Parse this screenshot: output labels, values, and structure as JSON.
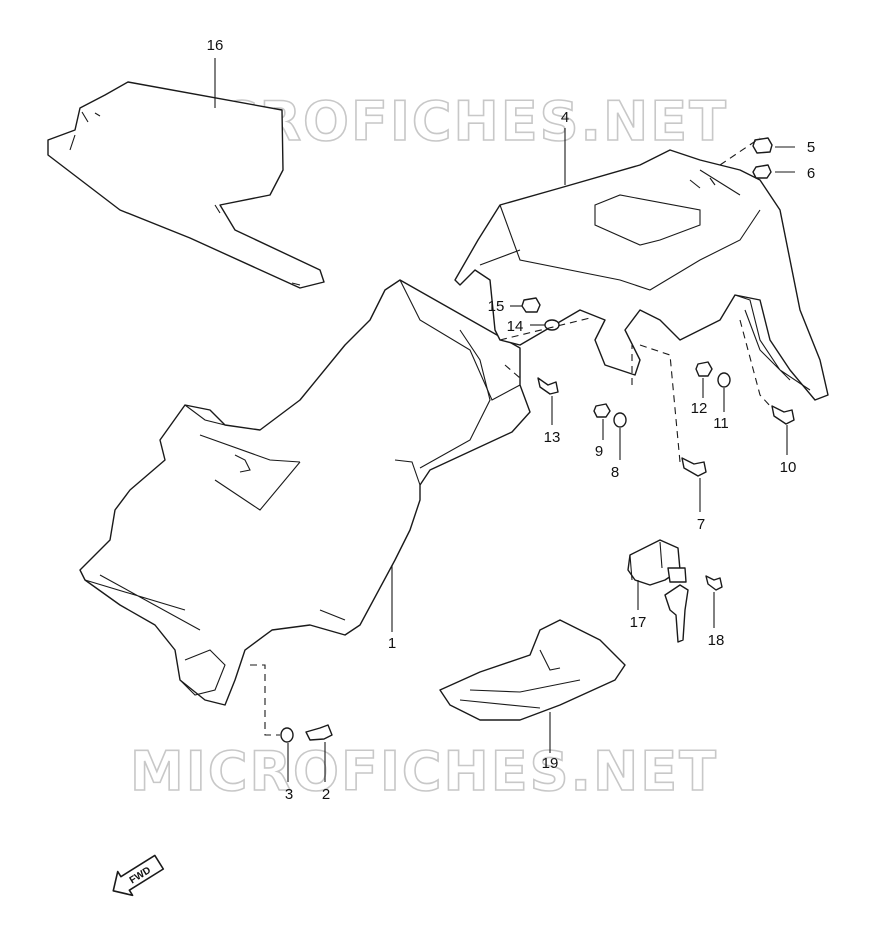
{
  "watermark": {
    "text": "MICROFICHES.NET",
    "color": "#c8c8c8"
  },
  "direction_arrow": {
    "label": "FWD",
    "icon": "forward-arrow-icon"
  },
  "callouts": [
    {
      "id": "p1",
      "label": "1"
    },
    {
      "id": "p2",
      "label": "2"
    },
    {
      "id": "p3",
      "label": "3"
    },
    {
      "id": "p4",
      "label": "4"
    },
    {
      "id": "p5",
      "label": "5"
    },
    {
      "id": "p6",
      "label": "6"
    },
    {
      "id": "p7",
      "label": "7"
    },
    {
      "id": "p8",
      "label": "8"
    },
    {
      "id": "p9",
      "label": "9"
    },
    {
      "id": "p10",
      "label": "10"
    },
    {
      "id": "p11",
      "label": "11"
    },
    {
      "id": "p12",
      "label": "12"
    },
    {
      "id": "p13",
      "label": "13"
    },
    {
      "id": "p14",
      "label": "14"
    },
    {
      "id": "p15",
      "label": "15"
    },
    {
      "id": "p16",
      "label": "16"
    },
    {
      "id": "p17",
      "label": "17"
    },
    {
      "id": "p18",
      "label": "18"
    },
    {
      "id": "p19",
      "label": "19"
    }
  ]
}
